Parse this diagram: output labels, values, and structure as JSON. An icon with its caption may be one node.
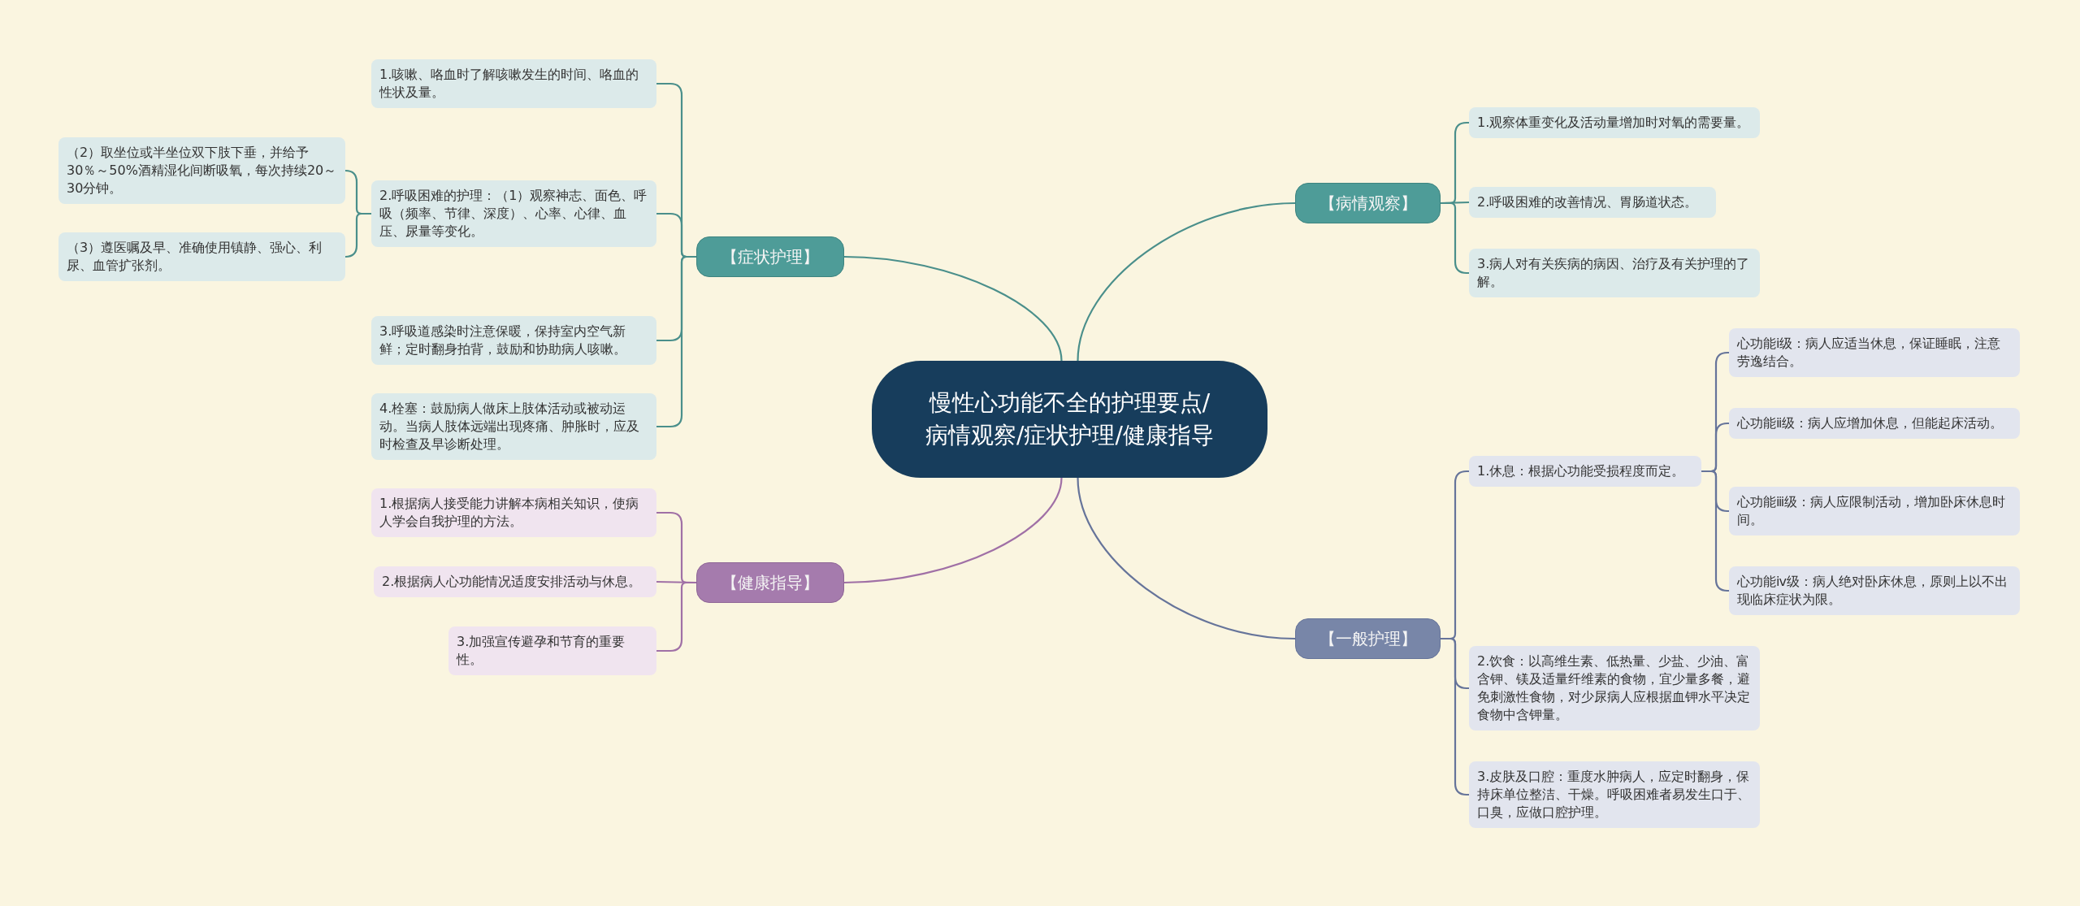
{
  "diagram": {
    "nodes": [
      {
        "text": [
          "慢性心功能不全的护理要点/病情观察/症状护理/健康指导"
        ]
      },
      {
        "text": [
          "【症状护理】"
        ]
      },
      {
        "text": [
          "1.咳嗽、咯血时了解咳嗽发生的时间、咯血的性状及量。"
        ]
      },
      {
        "text": [
          "2.呼吸困难的护理：（1）观察神志、面色、呼吸（频率、节律、深度）、心率、心律、血压、尿量等变化。"
        ]
      },
      {
        "text": [
          "（2）取坐位或半坐位双下肢下垂，并给予30％～50%酒精湿化间断吸氧，每次持续20～30分钟。"
        ]
      },
      {
        "text": [
          "（3）遵医嘱及早、准确使用镇静、强心、利尿、血管扩张剂。"
        ]
      },
      {
        "text": [
          "3.呼吸道感染时注意保暖，保持室内空气新鲜；定时翻身拍背，鼓励和协助病人咳嗽。"
        ]
      },
      {
        "text": [
          "4.栓塞：鼓励病人做床上肢体活动或被动运动。当病人肢体远端出现疼痛、肿胀时，应及时检查及早诊断处理。"
        ]
      },
      {
        "text": [
          "【健康指导】"
        ]
      },
      {
        "text": [
          "1.根据病人接受能力讲解本病相关知识，使病人学会自我护理的方法。"
        ]
      },
      {
        "text": [
          "2.根据病人心功能情况适度安排活动与休息。"
        ]
      },
      {
        "text": [
          "3.加强宣传避孕和节育的重要性。"
        ]
      },
      {
        "text": [
          "【病情观察】"
        ]
      },
      {
        "text": [
          "1.观察体重变化及活动量增加时对氧的需要量。"
        ]
      },
      {
        "text": [
          "2.呼吸困难的改善情况、胃肠道状态。"
        ]
      },
      {
        "text": [
          "3.病人对有关疾病的病因、治疗及有关护理的了解。"
        ]
      },
      {
        "text": [
          "【一般护理】"
        ]
      },
      {
        "text": [
          "1.休息：根据心功能受损程度而定。"
        ]
      },
      {
        "text": [
          "心功能ⅰ级：病人应适当休息，保证睡眠，注意劳逸结合。"
        ]
      },
      {
        "text": [
          "心功能ⅱ级：病人应增加休息，但能起床活动。"
        ]
      },
      {
        "text": [
          "心功能ⅲ级：病人应限制活动，增加卧床休息时间。"
        ]
      },
      {
        "text": [
          "心功能ⅳ级：病人绝对卧床休息，原则上以不出现临床症状为限。"
        ]
      },
      {
        "text": [
          "2.饮食：以高维生素、低热量、少盐、少油、富含钾、镁及适量纤维素的食物，宜少量多餐，避免刺激性食物，对少尿病人应根据血钾水平决定食物中含钾量。"
        ]
      },
      {
        "text": [
          "3.皮肤及口腔：重度水肿病人，应定时翻身，保持床单位整洁、干燥。呼吸困难者易发生口于、口臭，应做口腔护理。"
        ]
      }
    ],
    "edges": [
      {
        "from": 0,
        "to": 1,
        "arrow": "none"
      },
      {
        "from": 1,
        "to": 2,
        "arrow": "none"
      },
      {
        "from": 1,
        "to": 3,
        "arrow": "none"
      },
      {
        "from": 3,
        "to": 4,
        "arrow": "none"
      },
      {
        "from": 3,
        "to": 5,
        "arrow": "none"
      },
      {
        "from": 1,
        "to": 6,
        "arrow": "none"
      },
      {
        "from": 1,
        "to": 7,
        "arrow": "none"
      },
      {
        "from": 0,
        "to": 8,
        "arrow": "none",
        "color": "#a070a6"
      },
      {
        "from": 8,
        "to": 9,
        "arrow": "none",
        "color": "#a070a6"
      },
      {
        "from": 8,
        "to": 10,
        "arrow": "none",
        "color": "#a070a6"
      },
      {
        "from": 8,
        "to": 11,
        "arrow": "none",
        "color": "#a070a6"
      },
      {
        "from": 0,
        "to": 12,
        "arrow": "none"
      },
      {
        "from": 12,
        "to": 13,
        "arrow": "none"
      },
      {
        "from": 12,
        "to": 14,
        "arrow": "none"
      },
      {
        "from": 12,
        "to": 15,
        "arrow": "none"
      },
      {
        "from": 0,
        "to": 16,
        "arrow": "none",
        "color": "#66749a"
      },
      {
        "from": 16,
        "to": 17,
        "arrow": "none",
        "color": "#66749a"
      },
      {
        "from": 17,
        "to": 18,
        "arrow": "none",
        "color": "#66749a"
      },
      {
        "from": 17,
        "to": 19,
        "arrow": "none",
        "color": "#66749a"
      },
      {
        "from": 17,
        "to": 20,
        "arrow": "none",
        "color": "#66749a"
      },
      {
        "from": 17,
        "to": 21,
        "arrow": "none",
        "color": "#66749a"
      },
      {
        "from": 16,
        "to": 22,
        "arrow": "none",
        "color": "#66749a"
      },
      {
        "from": 16,
        "to": 23,
        "arrow": "none",
        "color": "#66749a"
      }
    ]
  }
}
